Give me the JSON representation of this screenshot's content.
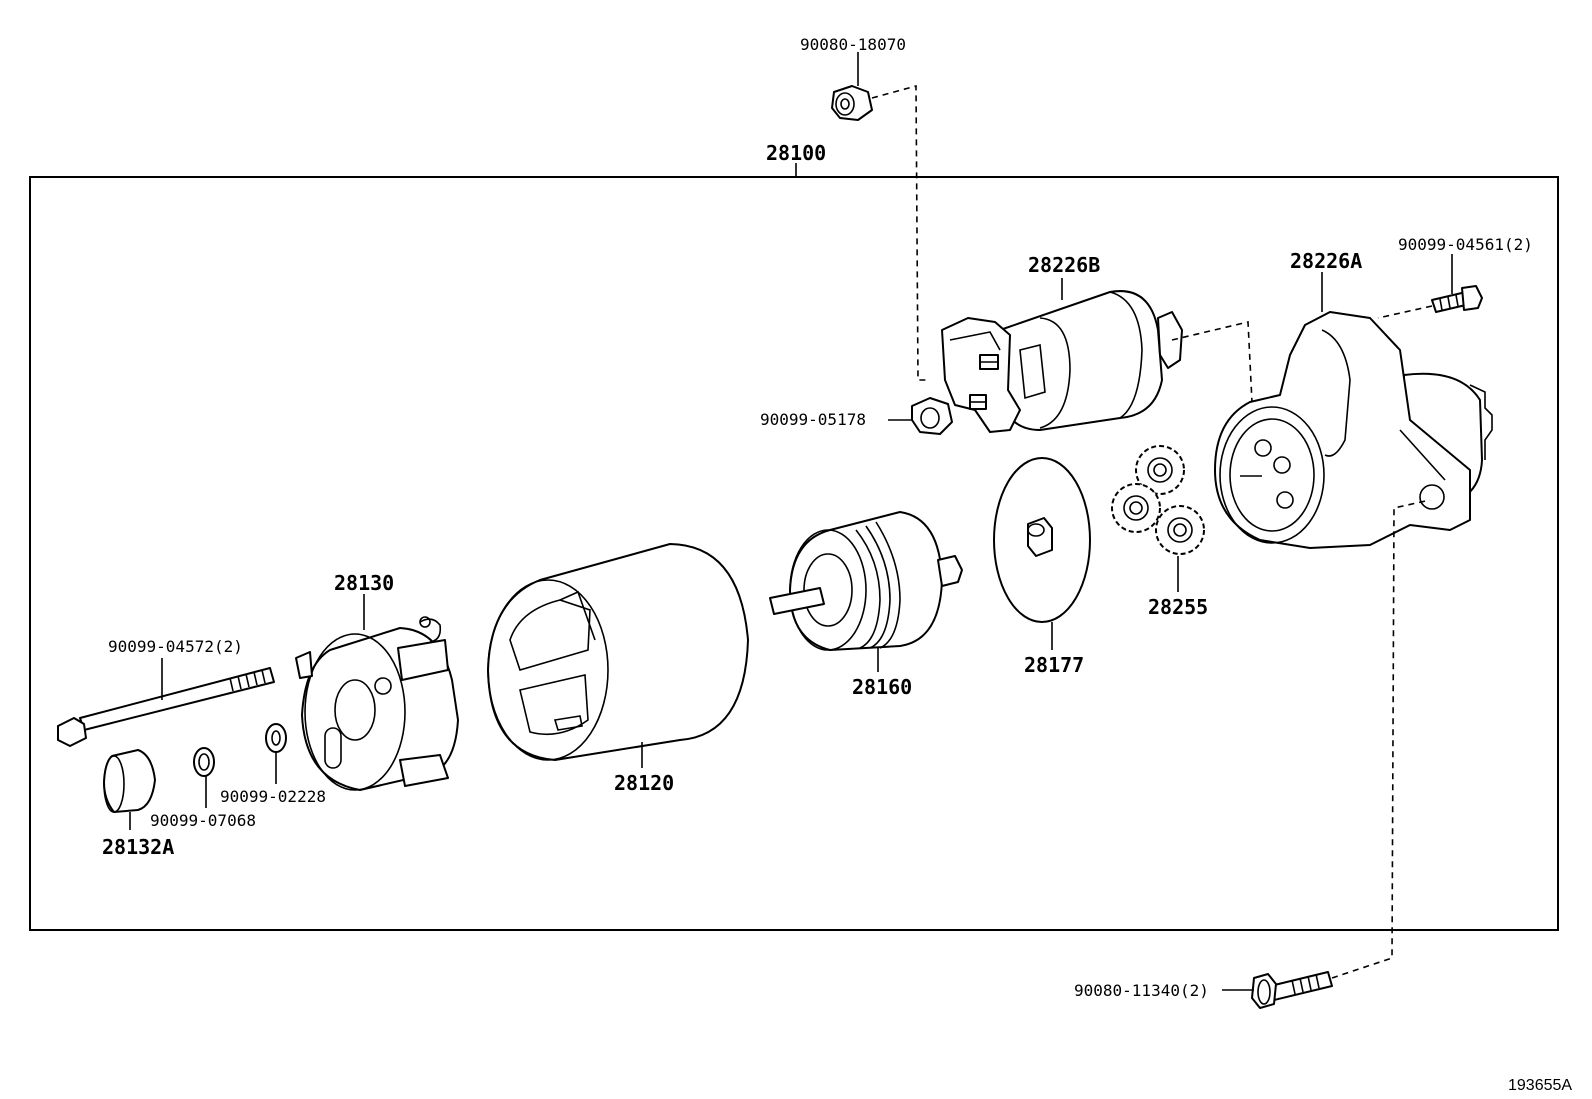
{
  "diagram": {
    "assembly_label": "28100",
    "reference_code": "193655A",
    "parts": {
      "nut_top": "90080-18070",
      "solenoid_b": "28226B",
      "housing_a": "28226A",
      "bolt_housing": "90099-04561(2)",
      "nut_terminal": "90099-05178",
      "clutch_plate": "28177",
      "planet_gears": "28255",
      "armature": "28160",
      "yoke": "28120",
      "brush_holder": "28130",
      "through_bolt": "90099-04572(2)",
      "cap": "28132A",
      "washer_small": "90099-07068",
      "washer_flat": "90099-02228",
      "bolt_bottom": "90080-11340(2)"
    }
  }
}
